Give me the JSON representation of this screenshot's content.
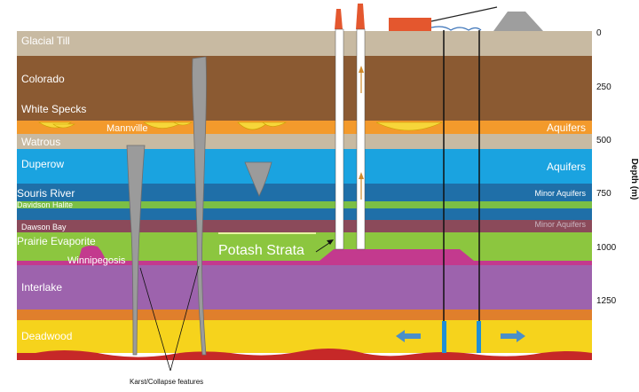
{
  "diagram": {
    "layers": {
      "glacial_till": "Glacial Till",
      "colorado": "Colorado",
      "white_specks": "White Specks",
      "mannville": "Mannville",
      "watrous": "Watrous",
      "duperow": "Duperow",
      "souris_river": "Souris River",
      "davidson_halite": "Davidson  Halite",
      "dawson_bay": "Dawson Bay",
      "prairie_evaporite": "Prairie Evaporite",
      "winnipegosis": "Winnipegosis",
      "interlake": "Interlake",
      "deadwood": "Deadwood"
    },
    "aquifer_labels": {
      "mannville": "Aquifers",
      "duperow": "Aquifers",
      "souris": "Minor Aquifers",
      "dawson": "Minor Aquifers"
    },
    "potash_label": "Potash Strata",
    "caption": "Karst/Collapse features",
    "depth_axis": {
      "title": "Depth (m)",
      "ticks": [
        "0",
        "250",
        "500",
        "750",
        "1000",
        "1250"
      ]
    },
    "colors": {
      "glacial_till": "#c8baa2",
      "colorado": "#8b5a32",
      "mannville": "#f39a2c",
      "lens": "#f7d63a",
      "watrous": "#c8baa2",
      "duperow": "#1aa3e0",
      "souris_river": "#1f6fa8",
      "davidson_halite": "#7bbf45",
      "dawson_bay": "#8b4a5a",
      "prairie_evaporite": "#8cc63f",
      "potash": "#c33a8e",
      "interlake": "#9d63ad",
      "deadwood": "#f6d31c",
      "precambrian": "#c62828",
      "karst": "#9b9b9b",
      "arrow_blue": "#4a8fc9",
      "building": "#e4572e"
    },
    "icons": [
      "smokestack-icon",
      "plant-building-icon",
      "tailings-pile-icon",
      "flow-arrow-left-icon",
      "flow-arrow-right-icon"
    ]
  }
}
